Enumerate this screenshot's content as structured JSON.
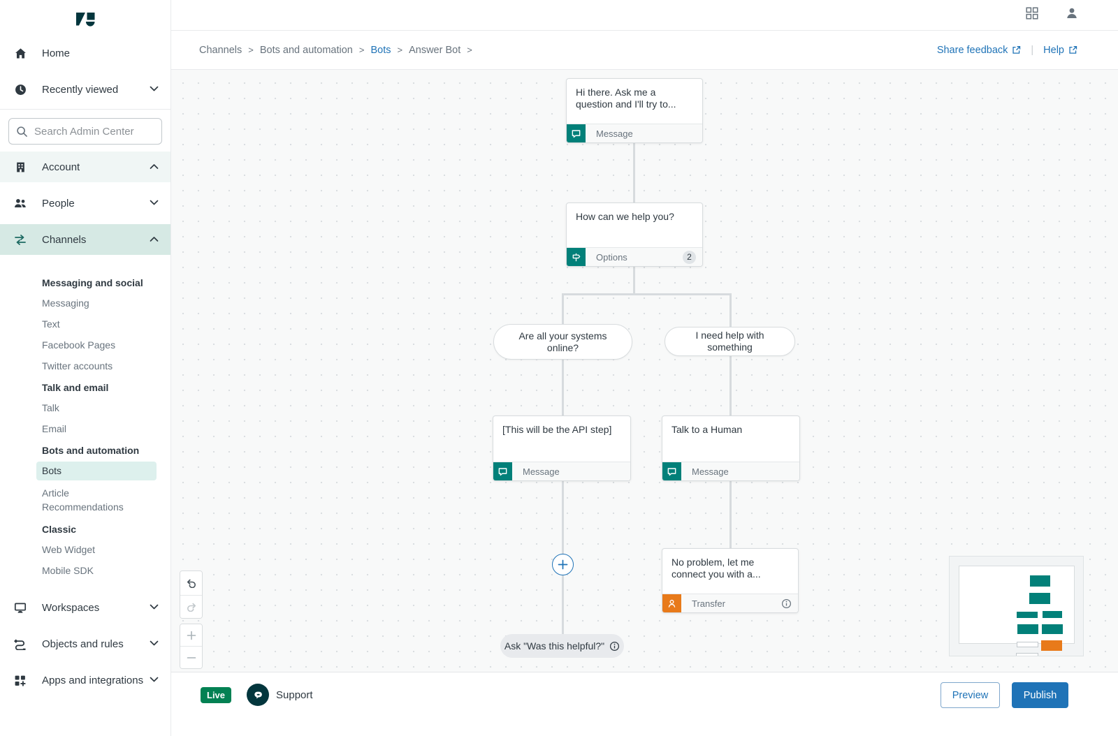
{
  "colors": {
    "accent_teal": "#028079",
    "accent_orange": "#e87a1a",
    "link_blue": "#1f73b7",
    "live_green": "#038153",
    "brand_navy": "#03363d",
    "selected_row": "#d6e9e4",
    "selected_subitem": "#ddf0ed"
  },
  "sidebar": {
    "home": "Home",
    "recently_viewed": "Recently viewed",
    "search_placeholder": "Search Admin Center",
    "account": "Account",
    "people": "People",
    "channels": "Channels",
    "groups": [
      {
        "header": "Messaging and social",
        "items": [
          "Messaging",
          "Text",
          "Facebook Pages",
          "Twitter accounts"
        ]
      },
      {
        "header": "Talk and email",
        "items": [
          "Talk",
          "Email"
        ]
      },
      {
        "header": "Bots and automation",
        "items": [
          "Bots",
          "Article Recommendations"
        ]
      },
      {
        "header": "Classic",
        "items": [
          "Web Widget",
          "Mobile SDK"
        ]
      }
    ],
    "workspaces": "Workspaces",
    "objects_and_rules": "Objects and rules",
    "apps_and_integrations": "Apps and integrations"
  },
  "breadcrumb": {
    "items": [
      "Channels",
      "Bots and automation",
      "Bots",
      "Answer Bot"
    ],
    "separator": ">"
  },
  "header": {
    "share_feedback": "Share feedback",
    "help": "Help"
  },
  "flow": {
    "greeting": {
      "text": "Hi there. Ask me a question and I'll try to...",
      "type": "Message"
    },
    "help_question": {
      "text": "How can we help you?",
      "type": "Options",
      "count": "2"
    },
    "option_systems": {
      "text": "Are all your systems online?"
    },
    "option_help": {
      "text": "I need help with something"
    },
    "api_step": {
      "text": "[This will be the API step]",
      "type": "Message"
    },
    "talk_human": {
      "text": "Talk to a Human",
      "type": "Message"
    },
    "transfer": {
      "text": "No problem, let me connect you with a...",
      "type": "Transfer"
    },
    "helpful": {
      "text": "Ask \"Was this helpful?\""
    }
  },
  "footer": {
    "status": "Live",
    "bot_name": "Support",
    "preview": "Preview",
    "publish": "Publish"
  }
}
